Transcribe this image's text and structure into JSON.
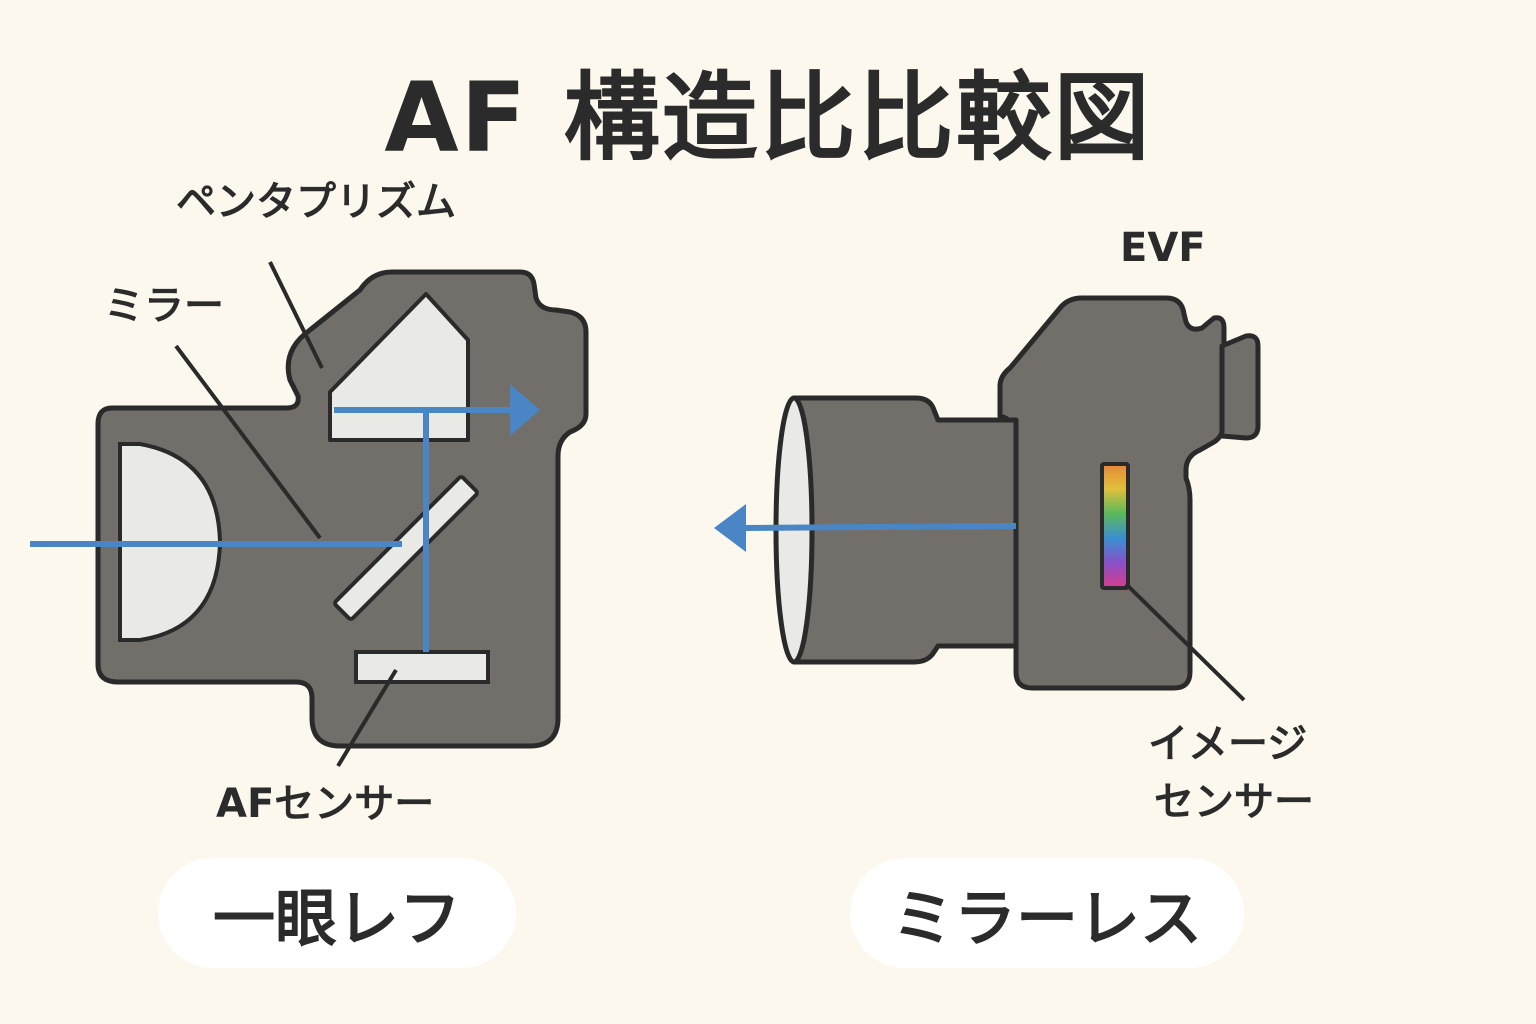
{
  "title": "AF 構造比比較図",
  "dslr": {
    "name": "一眼レフ",
    "labels": {
      "pentaprism": "ペンタプリズム",
      "mirror": "ミラー",
      "af_sensor": "AFセンサー"
    }
  },
  "mirrorless": {
    "name": "ミラーレス",
    "labels": {
      "evf": "EVF",
      "image_sensor_line1": "イメージ",
      "image_sensor_line2": "センサー"
    }
  },
  "colors": {
    "background": "#fdf8ee",
    "body": "#726e69",
    "outline": "#2a2a2a",
    "light_path": "#4a86c5",
    "element": "#e9e9e6",
    "label_bg": "#ffffff",
    "sensor_gradient": [
      "#e8873a",
      "#e0c03b",
      "#5bb85a",
      "#3a8fd0",
      "#8a4fc7",
      "#d83d8a"
    ]
  }
}
